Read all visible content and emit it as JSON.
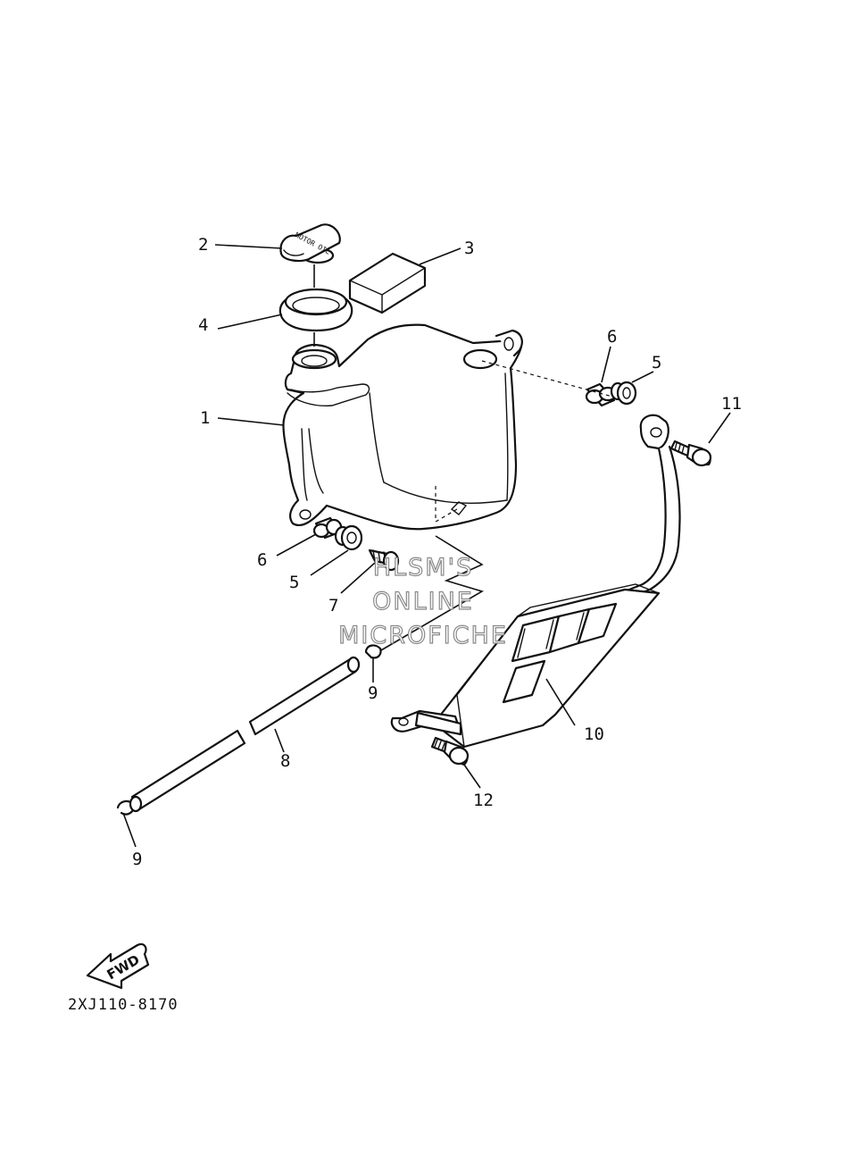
{
  "diagram_code": "2XJ110-8170",
  "fwd_label": "FWD",
  "cap_text": "MOTOR OIL",
  "watermark": [
    "HLSM'S",
    "ONLINE",
    "MICROFICHE"
  ],
  "callouts": {
    "c1": "1",
    "c2": "2",
    "c3": "3",
    "c4": "4",
    "c5a": "5",
    "c5b": "5",
    "c6a": "6",
    "c6b": "6",
    "c7": "7",
    "c8": "8",
    "c9a": "9",
    "c9b": "9",
    "c10": "10",
    "c11": "11",
    "c12": "12"
  }
}
